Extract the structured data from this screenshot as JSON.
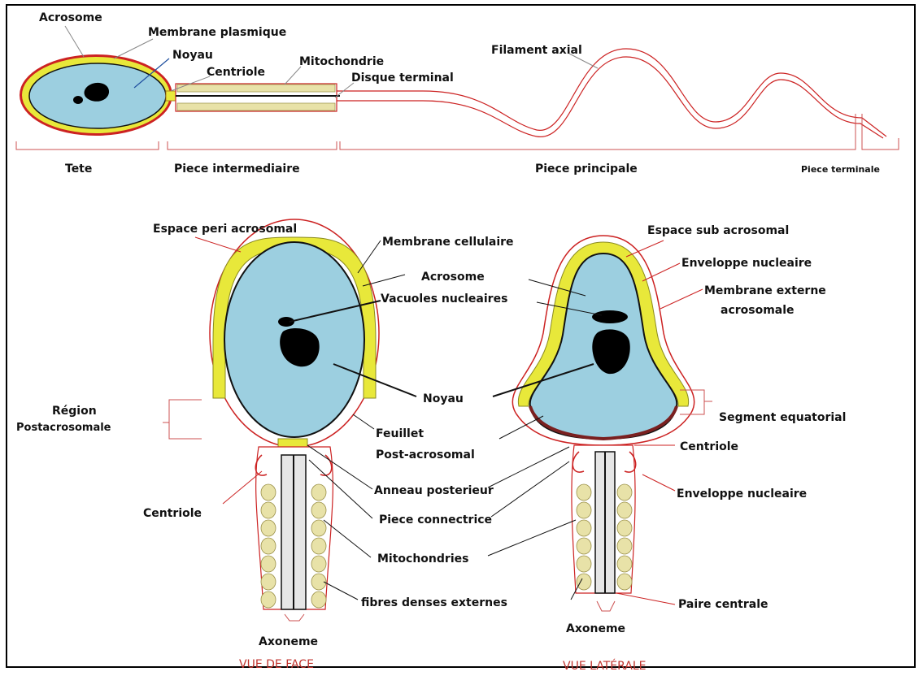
{
  "top_view": {
    "labels": {
      "acrosome": "Acrosome",
      "membrane_plasmique": "Membrane plasmique",
      "noyau": "Noyau",
      "centriole": "Centriole",
      "mitochondrie": "Mitochondrie",
      "disque_terminal": "Disque terminal",
      "filament_axial": "Filament axial"
    },
    "regions": {
      "tete": "Tete",
      "piece_intermediaire": "Piece intermediaire",
      "piece_principale": "Piece principale",
      "piece_terminale": "Piece terminale"
    }
  },
  "face_view": {
    "labels": {
      "espace_peri_acrosomal": "Espace peri acrosomal",
      "membrane_cellulaire": "Membrane cellulaire",
      "acrosome": "Acrosome",
      "vacuoles_nucleaires": "Vacuoles nucleaires",
      "noyau": "Noyau",
      "region_postacrosomale_1": "Région",
      "region_postacrosomale_2": "Postacrosomale",
      "feuillet_1": "Feuillet",
      "feuillet_2": "Post-acrosomal",
      "anneau_posterieur": "Anneau posterieur",
      "piece_connectrice": "Piece connectrice",
      "mitochondries": "Mitochondries",
      "fibres_denses": "fibres denses externes",
      "centriole": "Centriole",
      "axoneme": "Axoneme"
    },
    "caption": "VUE DE FACE"
  },
  "lateral_view": {
    "labels": {
      "espace_sub_acrosomal": "Espace sub acrosomal",
      "enveloppe_nucleaire_top": "Enveloppe nucleaire",
      "membrane_externe_1": "Membrane externe",
      "membrane_externe_2": "acrosomale",
      "segment_equatorial": "Segment equatorial",
      "centriole": "Centriole",
      "enveloppe_nucleaire_bottom": "Enveloppe nucleaire",
      "paire_centrale": "Paire centrale",
      "axoneme": "Axoneme"
    },
    "caption": "VUE LATÉRALE"
  },
  "colors": {
    "nucleus": "#9ccfe0",
    "acrosome_yellow": "#e8e83a",
    "membrane_red": "#cc2222",
    "mitochondria": "#e8e2a8",
    "nucleus_dark": "#000000",
    "frame": "#000000"
  }
}
